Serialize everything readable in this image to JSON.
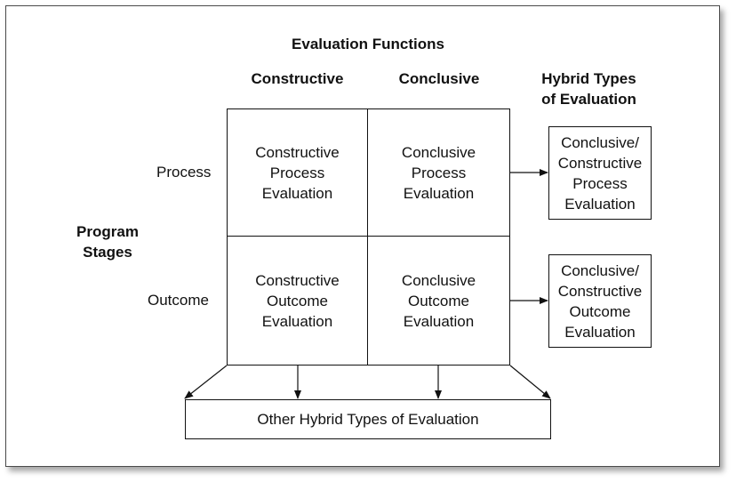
{
  "header": {
    "title": "Evaluation Functions",
    "col_constructive": "Constructive",
    "col_conclusive": "Conclusive",
    "hybrid_heading_line1": "Hybrid Types",
    "hybrid_heading_line2": "of Evaluation"
  },
  "rows": {
    "axis_label_line1": "Program",
    "axis_label_line2": "Stages",
    "process": "Process",
    "outcome": "Outcome"
  },
  "cells": {
    "constructive_process": [
      "Constructive",
      "Process",
      "Evaluation"
    ],
    "conclusive_process": [
      "Conclusive",
      "Process",
      "Evaluation"
    ],
    "constructive_outcome": [
      "Constructive",
      "Outcome",
      "Evaluation"
    ],
    "conclusive_outcome": [
      "Conclusive",
      "Outcome",
      "Evaluation"
    ]
  },
  "hybrid_boxes": {
    "process": [
      "Conclusive/",
      "Constructive",
      "Process",
      "Evaluation"
    ],
    "outcome": [
      "Conclusive/",
      "Constructive",
      "Outcome",
      "Evaluation"
    ]
  },
  "bottom_box": {
    "label": "Other Hybrid Types of Evaluation"
  }
}
